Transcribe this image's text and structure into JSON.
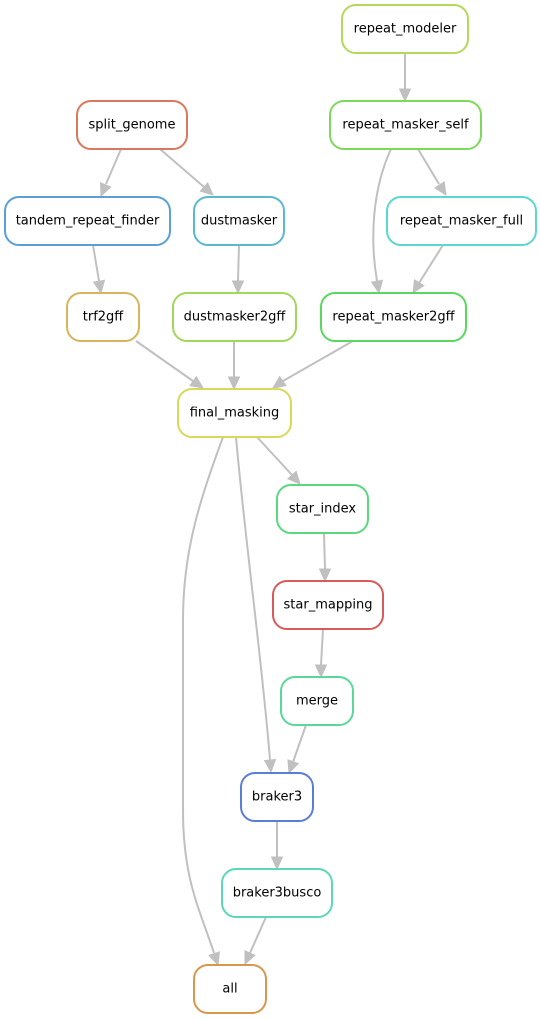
{
  "diagram": {
    "edge_color": "#c0c0c0",
    "nodes": [
      {
        "id": "repeat_modeler",
        "label": "repeat_modeler",
        "color": "#b4d85a"
      },
      {
        "id": "split_genome",
        "label": "split_genome",
        "color": "#d9785a"
      },
      {
        "id": "repeat_masker_self",
        "label": "repeat_masker_self",
        "color": "#7ed85a"
      },
      {
        "id": "tandem_repeat_finder",
        "label": "tandem_repeat_finder",
        "color": "#5a9fd8"
      },
      {
        "id": "dustmasker",
        "label": "dustmasker",
        "color": "#5ab8d0"
      },
      {
        "id": "repeat_masker_full",
        "label": "repeat_masker_full",
        "color": "#5ad8d0"
      },
      {
        "id": "trf2gff",
        "label": "trf2gff",
        "color": "#d8b45a"
      },
      {
        "id": "dustmasker2gff",
        "label": "dustmasker2gff",
        "color": "#a0d85a"
      },
      {
        "id": "repeat_masker2gff",
        "label": "repeat_masker2gff",
        "color": "#5ad85e"
      },
      {
        "id": "final_masking",
        "label": "final_masking",
        "color": "#d8d85a"
      },
      {
        "id": "star_index",
        "label": "star_index",
        "color": "#5ad87e"
      },
      {
        "id": "star_mapping",
        "label": "star_mapping",
        "color": "#d85a5a"
      },
      {
        "id": "merge",
        "label": "merge",
        "color": "#5ad89a"
      },
      {
        "id": "braker3",
        "label": "braker3",
        "color": "#5a7ed8"
      },
      {
        "id": "braker3busco",
        "label": "braker3busco",
        "color": "#5ad8b8"
      },
      {
        "id": "all",
        "label": "all",
        "color": "#d8964e"
      }
    ],
    "edges": [
      {
        "from": "repeat_modeler",
        "to": "repeat_masker_self"
      },
      {
        "from": "split_genome",
        "to": "tandem_repeat_finder"
      },
      {
        "from": "split_genome",
        "to": "dustmasker"
      },
      {
        "from": "repeat_masker_self",
        "to": "repeat_masker_full"
      },
      {
        "from": "repeat_masker_self",
        "to": "repeat_masker2gff"
      },
      {
        "from": "tandem_repeat_finder",
        "to": "trf2gff"
      },
      {
        "from": "dustmasker",
        "to": "dustmasker2gff"
      },
      {
        "from": "repeat_masker_full",
        "to": "repeat_masker2gff"
      },
      {
        "from": "trf2gff",
        "to": "final_masking"
      },
      {
        "from": "dustmasker2gff",
        "to": "final_masking"
      },
      {
        "from": "repeat_masker2gff",
        "to": "final_masking"
      },
      {
        "from": "final_masking",
        "to": "star_index"
      },
      {
        "from": "final_masking",
        "to": "braker3"
      },
      {
        "from": "final_masking",
        "to": "all"
      },
      {
        "from": "star_index",
        "to": "star_mapping"
      },
      {
        "from": "star_mapping",
        "to": "merge"
      },
      {
        "from": "merge",
        "to": "braker3"
      },
      {
        "from": "braker3",
        "to": "braker3busco"
      },
      {
        "from": "braker3busco",
        "to": "all"
      }
    ]
  }
}
